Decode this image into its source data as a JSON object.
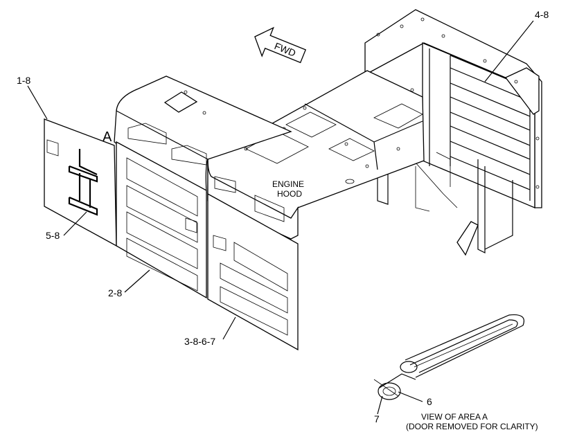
{
  "arrow_label": "FWD",
  "hood_label": [
    "ENGINE",
    "HOOD"
  ],
  "area_marker": "A",
  "callouts": {
    "c18": "1-8",
    "c48": "4-8",
    "c58": "5-8",
    "c28": "2-8",
    "c3867": "3-8-6-7",
    "c6": "6",
    "c7": "7"
  },
  "view_caption": [
    "VIEW OF AREA A",
    "(DOOR REMOVED FOR CLARITY)"
  ]
}
